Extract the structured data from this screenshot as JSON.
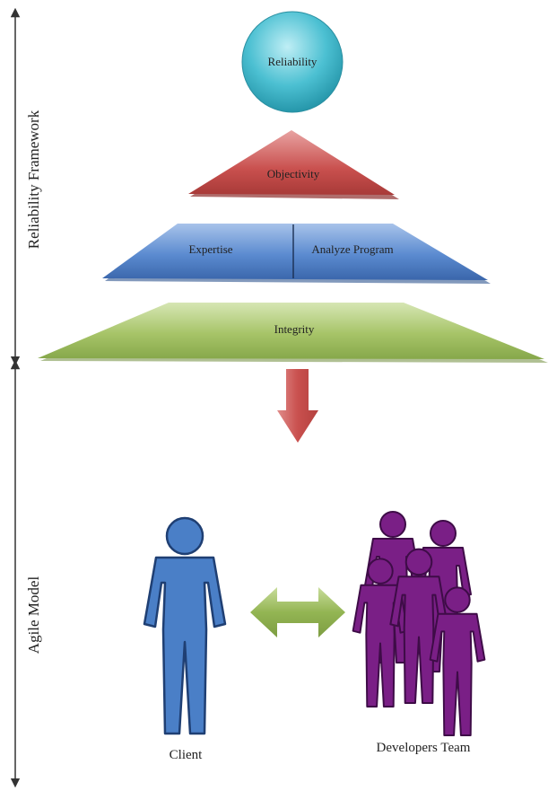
{
  "framework": {
    "side_label": "Reliability Framework",
    "top": "Reliability",
    "level2": "Objectivity",
    "level3_left": "Expertise",
    "level3_right": "Analyze Program",
    "base": "Integrity"
  },
  "agile": {
    "side_label": "Agile Model",
    "client": "Client",
    "team": "Developers Team"
  },
  "icons": {
    "circle": "reliability-circle",
    "arrow_down": "down-arrow-icon",
    "arrow_both": "bidirectional-arrow-icon",
    "person": "person-icon",
    "group": "team-icon"
  },
  "colors": {
    "circle": "#3fb6c9",
    "objectivity": "#c24b4b",
    "expertise": "#4f7fc4",
    "integrity": "#9bbb59",
    "down_arrow": "#c9504e",
    "both_arrow": "#8fb04f",
    "client": "#4a7fc7",
    "team": "#7a1f86"
  }
}
